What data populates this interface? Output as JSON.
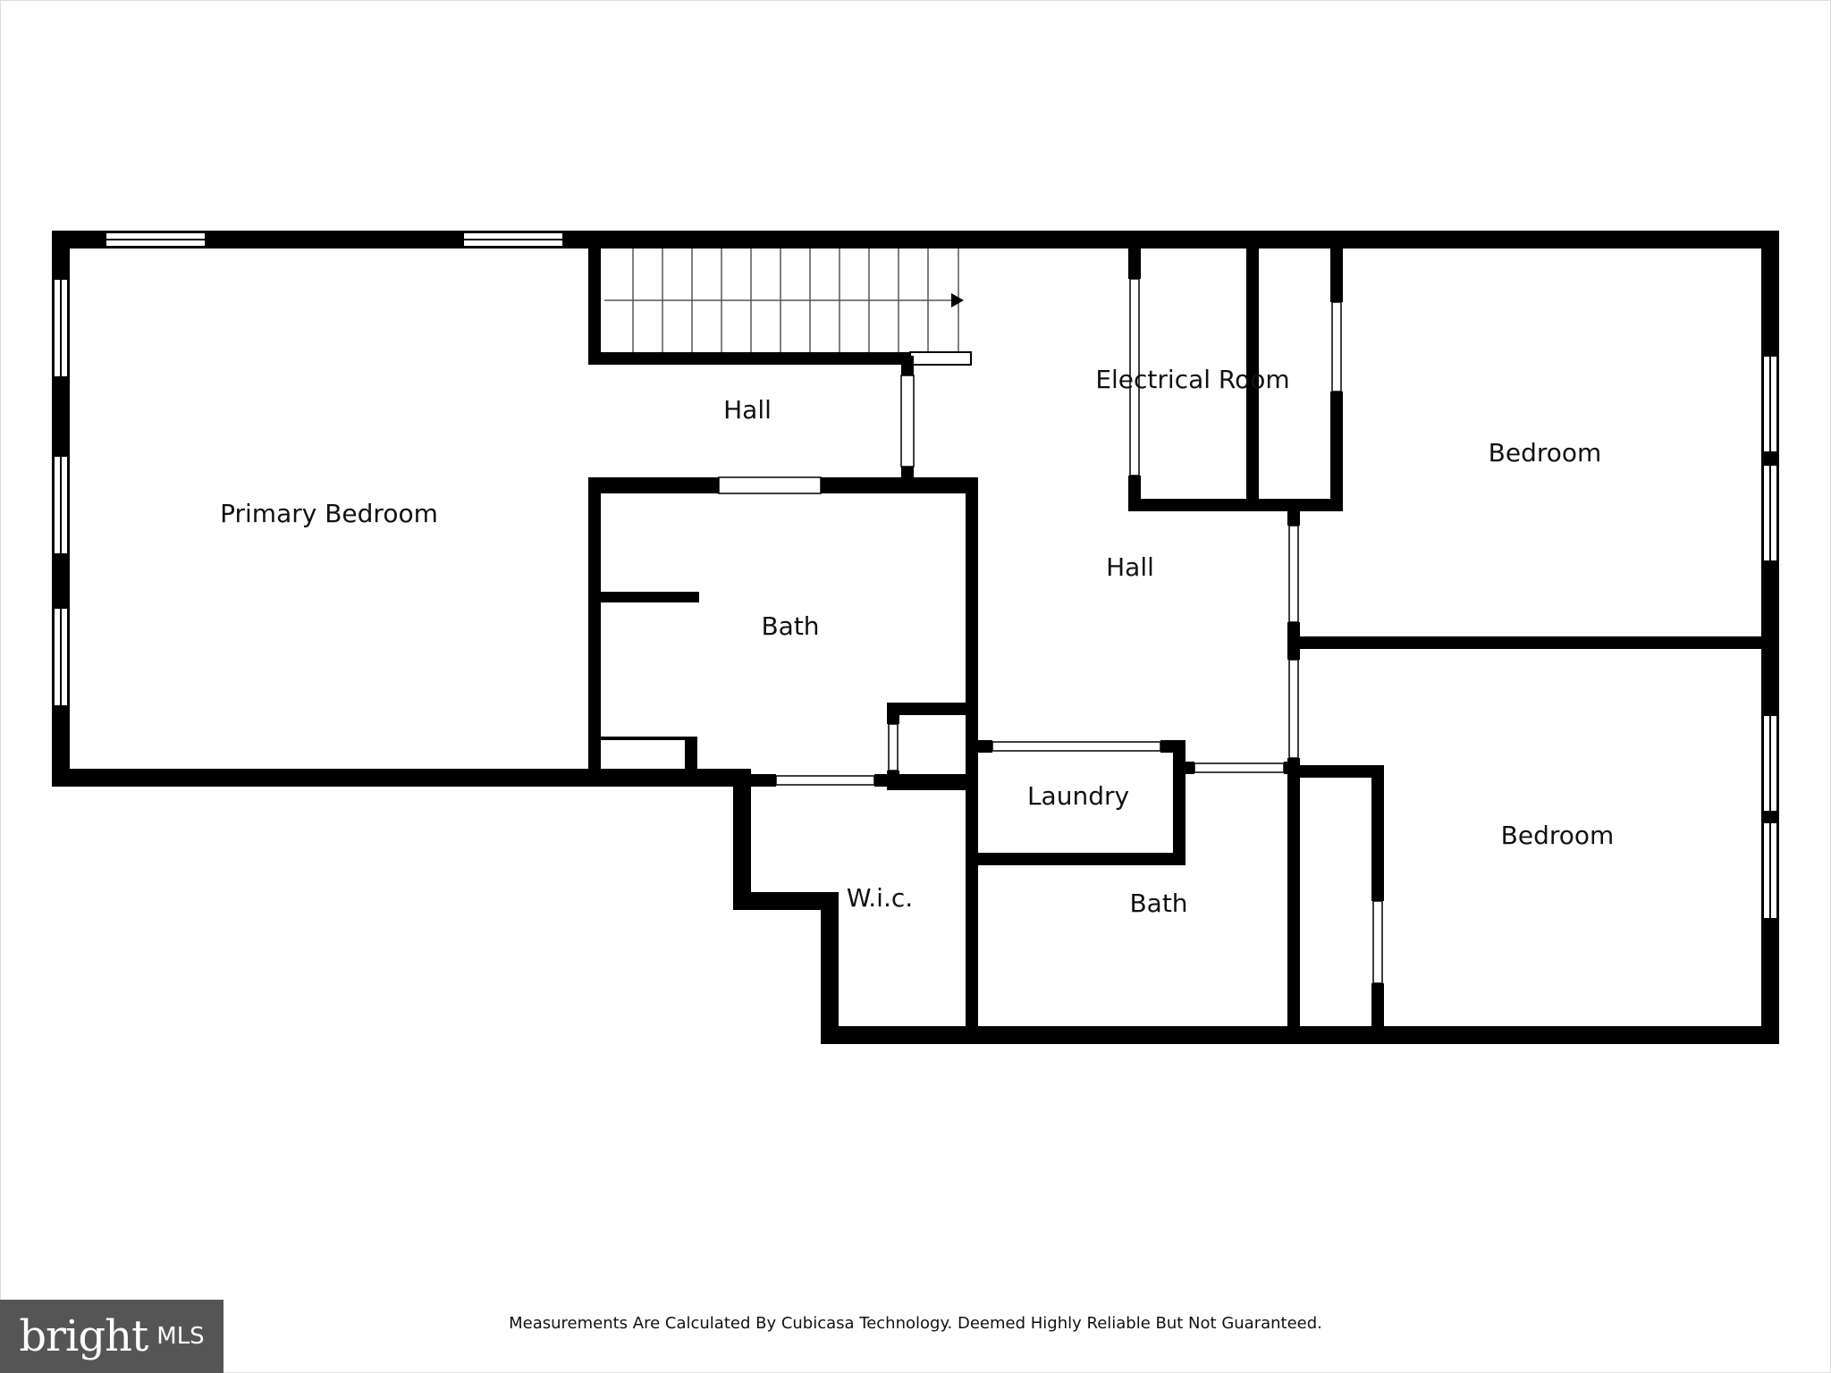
{
  "rooms": {
    "primary_bedroom": "Primary Bedroom",
    "hall_upper": "Hall",
    "bath_primary": "Bath",
    "electrical_room": "Electrical Room",
    "hall_center": "Hall",
    "bedroom_upper": "Bedroom",
    "bedroom_lower": "Bedroom",
    "laundry": "Laundry",
    "wic": "W.i.c.",
    "bath_hall": "Bath"
  },
  "footer": {
    "disclaimer": "Measurements Are Calculated By Cubicasa Technology. Deemed Highly Reliable But Not Guaranteed."
  },
  "logo": {
    "word": "bright",
    "suffix": "MLS"
  },
  "colors": {
    "wall": "#000000",
    "background": "#ffffff",
    "logo_background": "#555555"
  }
}
